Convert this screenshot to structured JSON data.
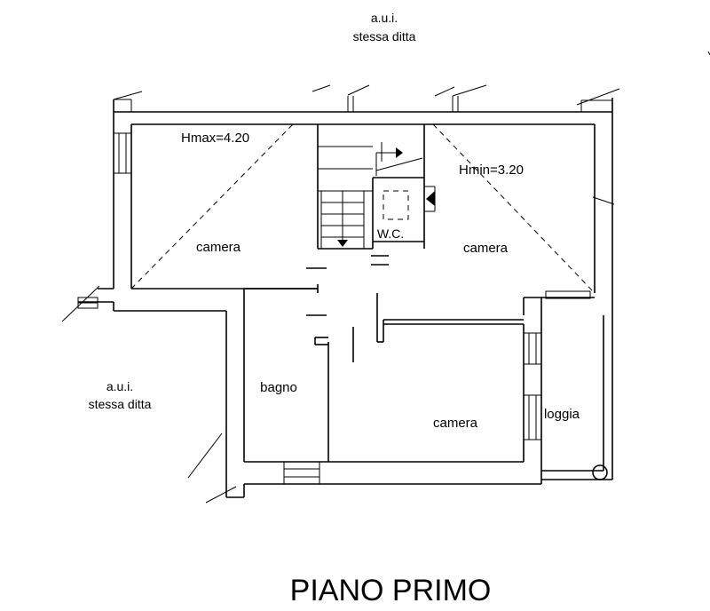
{
  "plan": {
    "title": "PIANO PRIMO",
    "neighbor_top": {
      "line1": "a.u.i.",
      "line2": "stessa ditta"
    },
    "neighbor_left": {
      "line1": "a.u.i.",
      "line2": "stessa ditta"
    },
    "height_max": "Hmax=4.20",
    "height_min": "Hmin=3.20",
    "rooms": {
      "camera_left": "camera",
      "camera_right": "camera",
      "camera_bottom": "camera",
      "bagno": "bagno",
      "loggia": "loggia",
      "wc": "W.C."
    }
  }
}
